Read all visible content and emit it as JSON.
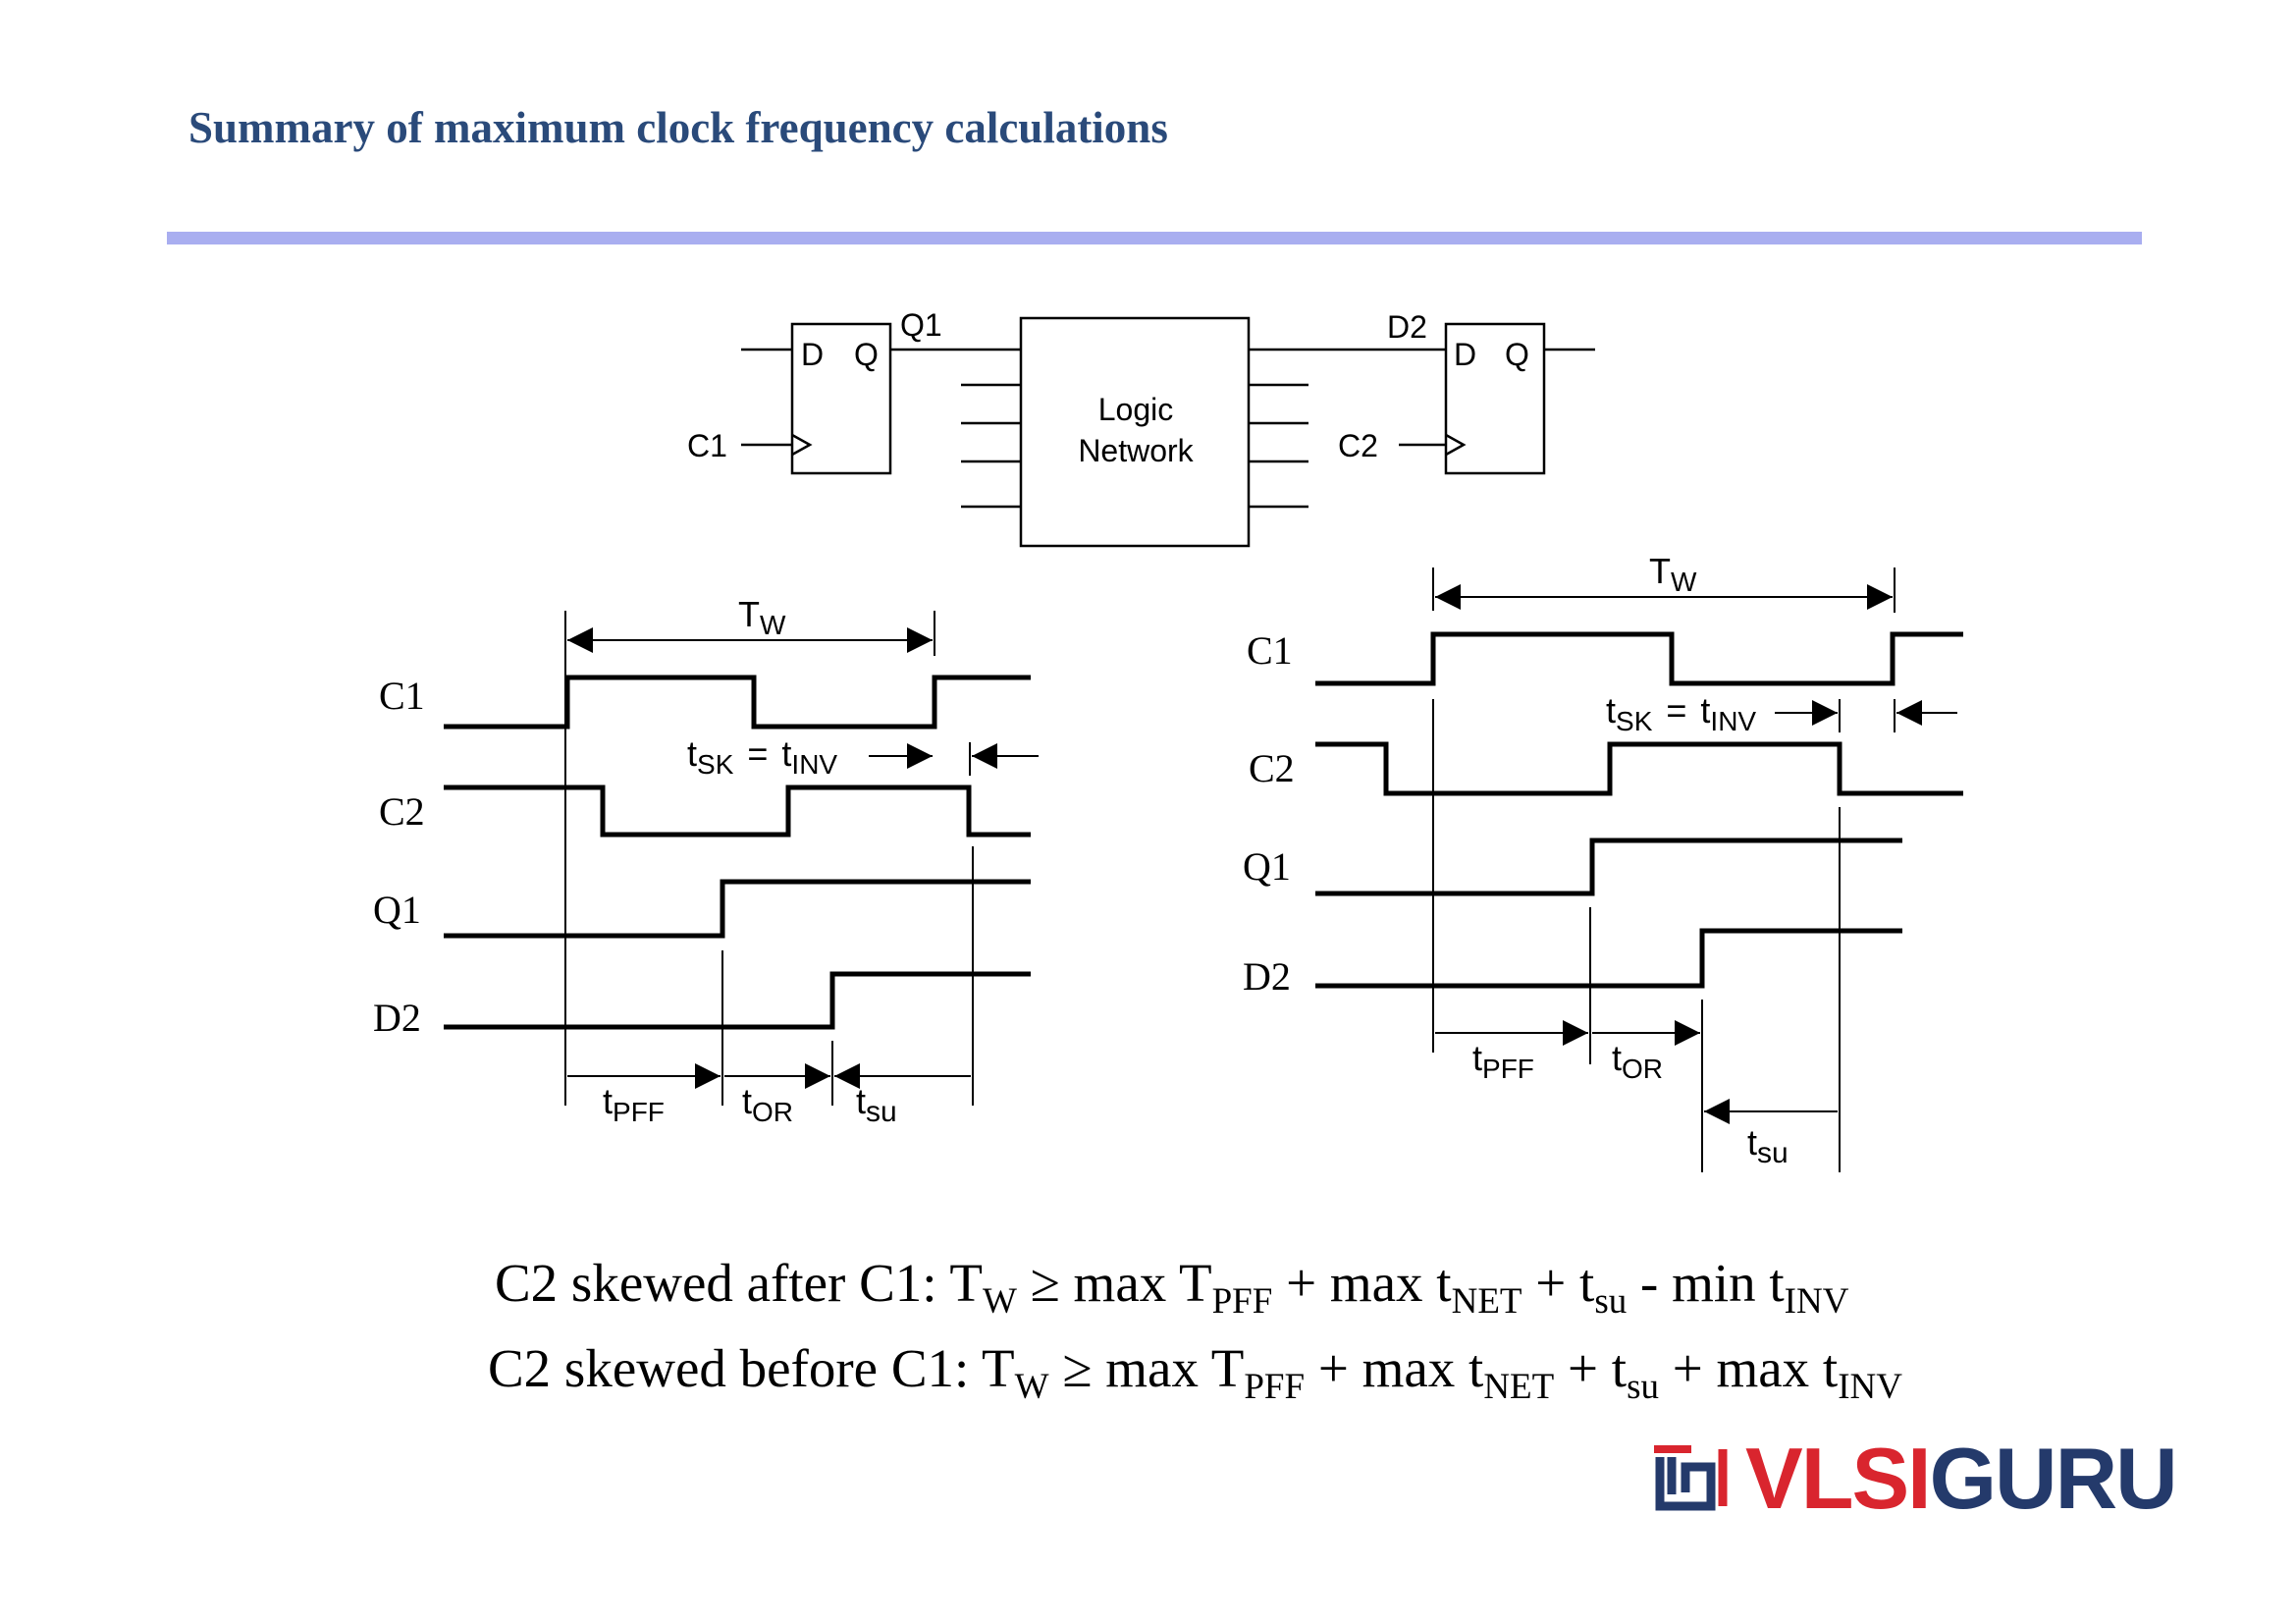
{
  "title": "Summary of maximum clock frequency calculations",
  "colors": {
    "title": "#2a4a7a",
    "rule": "#a9aef0",
    "logo_red": "#d9252e",
    "logo_navy": "#243a6b"
  },
  "circuit": {
    "ff1": {
      "d": "D",
      "q": "Q",
      "clk": "C1",
      "out": "Q1"
    },
    "network": {
      "line1": "Logic",
      "line2": "Network"
    },
    "ff2": {
      "d": "D",
      "q": "Q",
      "clk": "C2",
      "in": "D2"
    }
  },
  "left_timing": {
    "signals": [
      "C1",
      "C2",
      "Q1",
      "D2"
    ],
    "period": {
      "main": "T",
      "sub": "W"
    },
    "skew": {
      "lhs_main": "t",
      "lhs_sub": "SK",
      "eq": "=",
      "rhs_main": "t",
      "rhs_sub": "INV"
    },
    "delays": [
      {
        "main": "t",
        "sub": "PFF"
      },
      {
        "main": "t",
        "sub": "OR"
      },
      {
        "main": "t",
        "sub": "su"
      }
    ]
  },
  "right_timing": {
    "signals": [
      "C1",
      "C2",
      "Q1",
      "D2"
    ],
    "period": {
      "main": "T",
      "sub": "W"
    },
    "skew": {
      "lhs_main": "t",
      "lhs_sub": "SK",
      "eq": "=",
      "rhs_main": "t",
      "rhs_sub": "INV"
    },
    "delays": [
      {
        "main": "t",
        "sub": "PFF"
      },
      {
        "main": "t",
        "sub": "OR"
      },
      {
        "main": "t",
        "sub": "su"
      }
    ]
  },
  "equations": {
    "after": {
      "prefix": "C2 skewed after C1: T",
      "tw_sub": "W",
      "geq": " ≥ max T",
      "pff_sub": "PFF",
      "plus1": " + max t",
      "net_sub": "NET",
      "plus2": " + t",
      "su_sub": "su",
      "op": " - min t",
      "inv_sub": "INV"
    },
    "before": {
      "prefix": "C2 skewed before C1: T",
      "tw_sub": "W",
      "geq": " ≥ max T",
      "pff_sub": "PFF",
      "plus1": " + max t",
      "net_sub": "NET",
      "plus2": " + t",
      "su_sub": "su",
      "op": " + max t",
      "inv_sub": "INV"
    }
  },
  "logo": {
    "part1": "VLSI",
    "part2": "GURU"
  }
}
